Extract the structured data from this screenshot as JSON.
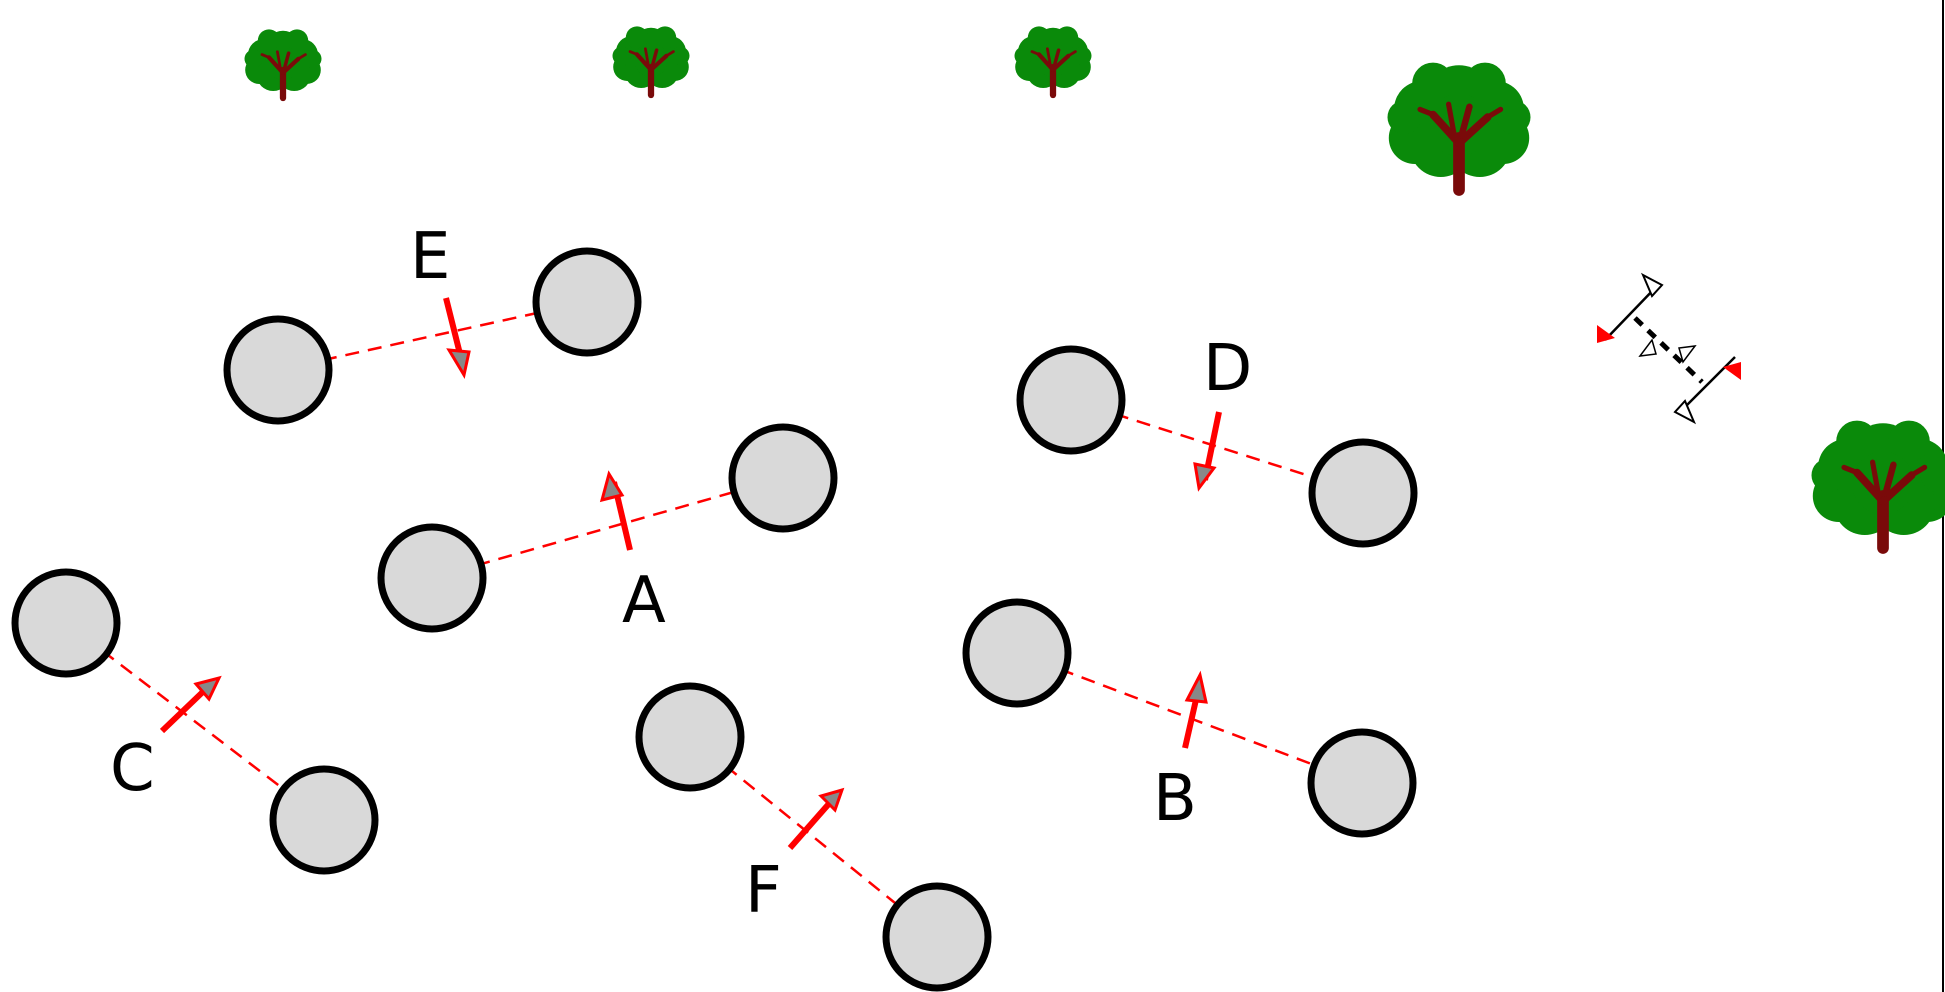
{
  "colors": {
    "background": "#ffffff",
    "circle_fill": "#d9d9d9",
    "circle_stroke": "#000000",
    "link_line": "#ff0000",
    "arrow": "#ff0000",
    "foliage": "#0a8a0a",
    "trunk": "#7a0a0a",
    "border": "#000000"
  },
  "pairs": [
    {
      "label": "A"
    },
    {
      "label": "B"
    },
    {
      "label": "C"
    },
    {
      "label": "D"
    },
    {
      "label": "E"
    },
    {
      "label": "F"
    }
  ],
  "icons": [
    "tree-icon",
    "dimension-marker-icon"
  ]
}
